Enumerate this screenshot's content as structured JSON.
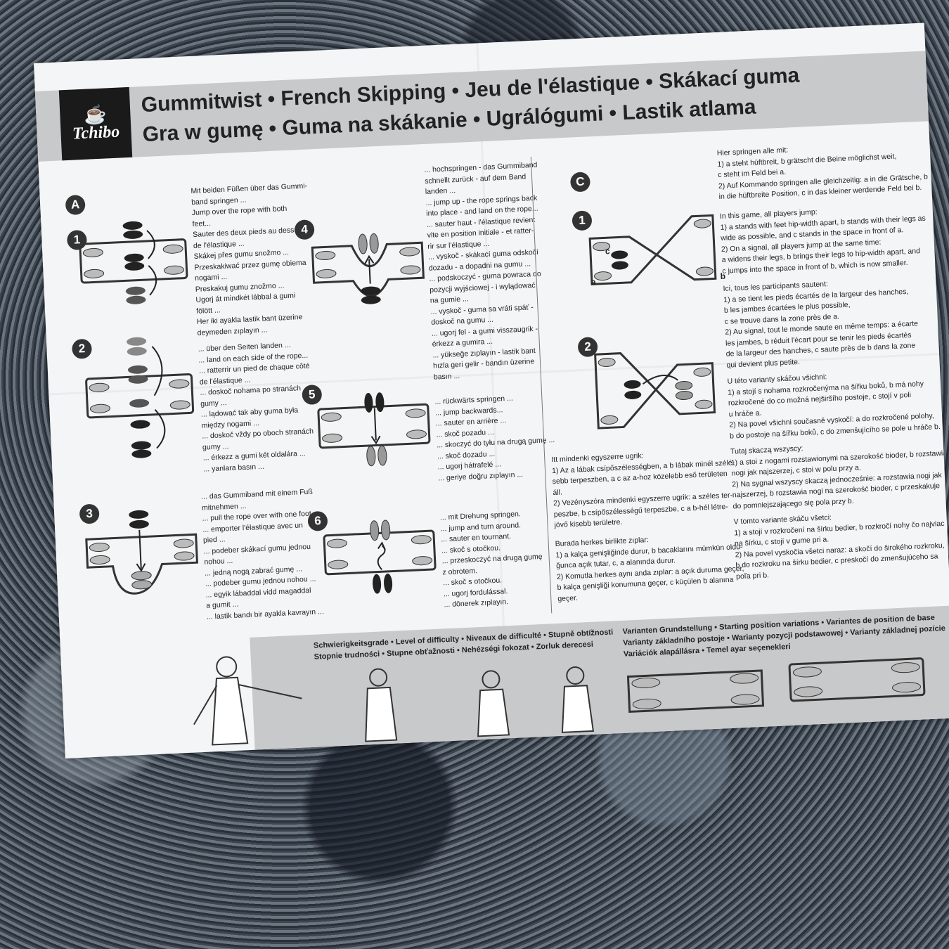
{
  "header": {
    "brand": "Tchibo",
    "title_line1": "Gummitwist • French Skipping • Jeu de l'élastique • Skákací guma",
    "title_line2": "Gra w gumę • Guma na skákanie • Ugrálógumi • Lastik atlama"
  },
  "sections": {
    "A": "A",
    "C": "C",
    "s1": "1",
    "s2": "2",
    "s3": "3",
    "s4": "4",
    "s5": "5",
    "s6": "6",
    "c1": "1",
    "c2": "2",
    "fig_a": "a",
    "fig_b": "b",
    "fig_c": "c"
  },
  "col1": {
    "block1": [
      "Mit beiden Füßen über das Gummi-",
      "band springen ...",
      "Jump over the rope with both",
      "feet...",
      "Sauter des deux pieds au dessus",
      "de l'élastique ...",
      "Skákej přes gumu snožmo ...",
      "Przeskakiwać przez gumę obiema",
      "nogami ...",
      "Preskakuj gumu znožmo ...",
      "Ugorj át mindkét lábbal a gumi",
      "fölött ...",
      "Her iki ayakla lastik bant üzerine",
      "deymeden zıplayın ..."
    ],
    "block2": [
      "... über den Seiten landen ...",
      "... land on each side of the rope...",
      "... ratterrir un pied de chaque côté",
      "de l'élastique ...",
      "... doskoč nohama po stranách",
      "gumy ...",
      "... lądować tak aby guma była",
      "między nogami ...",
      "... doskoč vždy po oboch stranách",
      "gumy ...",
      "... érkezz a gumi két oldalára ...",
      "... yanlara basın ..."
    ],
    "block3": [
      "... das Gummiband mit einem Fuß",
      "mitnehmen ...",
      "... pull the rope over with one foot...",
      "... emporter l'élastique avec un",
      "pied ...",
      "... podeber skákací gumu jednou",
      "nohou ...",
      "... jedną nogą zabrać gumę ...",
      "... podeber gumu jednou nohou ...",
      "... egyik lábaddal vidd magaddal",
      "a gumit ...",
      "... lastik bandı bir ayakla kavrayın ..."
    ]
  },
  "col2": {
    "block4": [
      "... hochspringen - das Gummiband",
      "schnellt zurück - auf dem Band",
      "landen ...",
      "... jump up - the rope springs back",
      "into place - and land on the rope...",
      "... sauter haut - l'élastique revient",
      "vite en position initiale - et ratter-",
      "rir sur l'élastique ...",
      "... vyskoč - skákací guma odskočí",
      "dozadu - a dopadni na gumu ...",
      "... podskoczyć - guma powraca do",
      "pozycji wyjściowej - i wylądować",
      "na gumie ...",
      "... vyskoč - guma sa vráti späť -",
      "doskoč na gumu ...",
      "... ugorj fel - a gumi visszaugrik -",
      "érkezz a gumira ...",
      "... yükseğe zıplayın - lastik bant",
      "hızla geri gelir - bandın üzerine",
      "basın ..."
    ],
    "block5": [
      "... rückwärts springen ...",
      "... jump backwards...",
      "... sauter en arrière ...",
      "... skoč pozadu ...",
      "... skoczyć do tyłu na drugą gumę ...",
      "... skoč dozadu ...",
      "... ugorj hátrafelé ...",
      "... geriye doğru zıplayın ..."
    ],
    "block6": [
      "... mit Drehung springen.",
      "... jump and turn around.",
      "... sauter en tournant.",
      "... skoč s otočkou.",
      "... przeskoczyć na drugą gumę",
      "z obrotem.",
      "... skoč s otočkou.",
      "... ugorj fordulással.",
      "... dönerek zıplayın."
    ]
  },
  "col3": {
    "block_hu": [
      "Itt mindenki egyszerre ugrik:",
      "1) Az a lábak csípőszélességben, a b lábak minél szélé-",
      "sebb terpeszben, a c az a-hoz közelebb eső területen",
      "áll.",
      "2) Vezényszóra mindenki egyszerre ugrik: a széles ter-",
      "peszbe, b csípőszélességű terpeszbe, c a b-hél létre-",
      "jövő kisebb területre."
    ],
    "block_tr": [
      "Burada herkes birlikte zıplar:",
      "1) a kalça genişliğinde durur, b bacaklarını mümkün oldu-",
      "ğunca açık tutar, c, a alanında durur.",
      "2) Komutla herkes aynı anda zıplar: a açık duruma geçer,",
      "b kalça genişliği konumuna geçer, c küçülen b alanına",
      "geçer."
    ]
  },
  "col4": {
    "block_de": [
      "Hier springen alle mit:",
      "1) a steht hüftbreit, b grätscht die Beine möglichst weit,",
      "c steht im Feld bei a.",
      "2) Auf Kommando springen alle gleichzeitig: a in die Grätsche, b",
      "in die hüftbreite Position, c in das kleiner werdende Feld bei b."
    ],
    "block_en": [
      "In this game, all players jump:",
      "1) a stands with feet hip-width apart, b stands with their legs as",
      "wide as possible, and c stands in the space in front of a.",
      "2) On a signal, all players jump at the same time:",
      "a widens their legs, b brings their legs to hip-width apart, and",
      "c jumps into the space in front of b, which is now smaller."
    ],
    "block_fr": [
      "Ici, tous les participants sautent:",
      "1) a se tient les pieds écartés de la largeur des hanches,",
      "b les jambes écartées le plus possible,",
      "c se trouve dans la zone près de a.",
      "2) Au signal, tout le monde saute en même temps: a écarte",
      "les jambes, b réduit l'écart pour se tenir les pieds écartés",
      "de la largeur des hanches, c saute près de b dans la zone",
      "qui devient plus petite."
    ],
    "block_cz": [
      "U této varianty skáčou všichni:",
      "1) a stojí s nohama rozkročenýma na šířku boků, b má nohy",
      "rozkročené do co možná nejširšího postoje, c stojí v poli",
      "u hráče a.",
      "2) Na povel všichni současně vyskočí: a do rozkročené polohy,",
      "b do postoje na šířku boků, c do zmenšujícího se pole u hráče b."
    ],
    "block_pl": [
      "Tutaj skaczą wszyscy:",
      "1) a stoi z nogami rozstawionymi na szerokość bioder, b rozstawia",
      "nogi jak najszerzej, c stoi w polu przy a.",
      "2) Na sygnał wszyscy skaczą jednocześnie: a rozstawia nogi jak",
      "najszerzej, b rozstawia nogi na szerokość bioder, c przeskakuje",
      "do pomniejszającego się pola przy b."
    ],
    "block_sk": [
      "V tomto variante skáču všetci:",
      "1) a stojí v rozkročení na šírku bedier, b rozkročí nohy čo najviac",
      "na šírku, c stojí v gume pri a.",
      "2) Na povel vyskočia všetci naraz: a skočí do širokého rozkroku,",
      "b do rozkroku na šírku bedier, c preskočí do zmenšujúceho sa",
      "poľa pri b."
    ]
  },
  "footer": {
    "difficulty": [
      "Schwierigkeitsgrade • Level of difficulty • Niveaux de difficulté • Stupně obtížnosti",
      "Stopnie trudności • Stupne obťažnosti • Nehézségi fokozat • Zorluk derecesi"
    ],
    "variations": [
      "Varianten Grundstellung • Starting position variations • Variantes de position de base",
      "Varianty základního postoje • Warianty pozycji podstawowej • Varianty základnej pozície",
      "Variációk alapállásra • Temel ayar seçenekleri"
    ]
  }
}
